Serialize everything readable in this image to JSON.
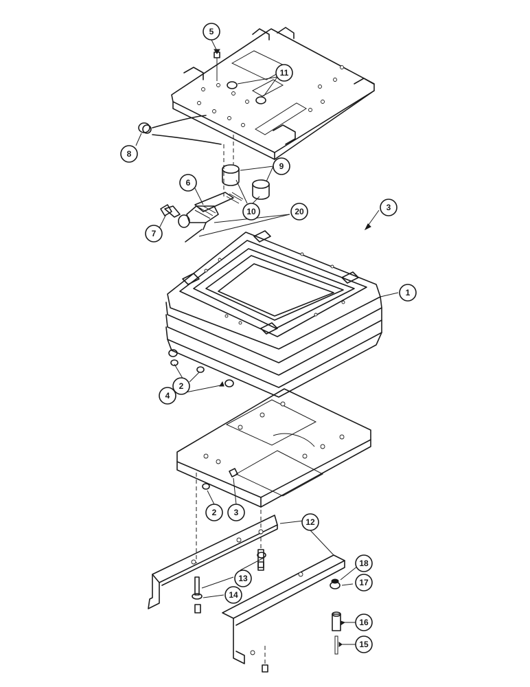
{
  "callouts": {
    "c1": "1",
    "c2a": "2",
    "c2b": "2",
    "c3a": "3",
    "c3b": "3",
    "c4": "4",
    "c5": "5",
    "c6": "6",
    "c7": "7",
    "c8": "8",
    "c9": "9",
    "c10": "10",
    "c11": "11",
    "c12": "12",
    "c13": "13",
    "c14": "14",
    "c15": "15",
    "c16": "16",
    "c17": "17",
    "c18": "18",
    "c20": "20"
  }
}
